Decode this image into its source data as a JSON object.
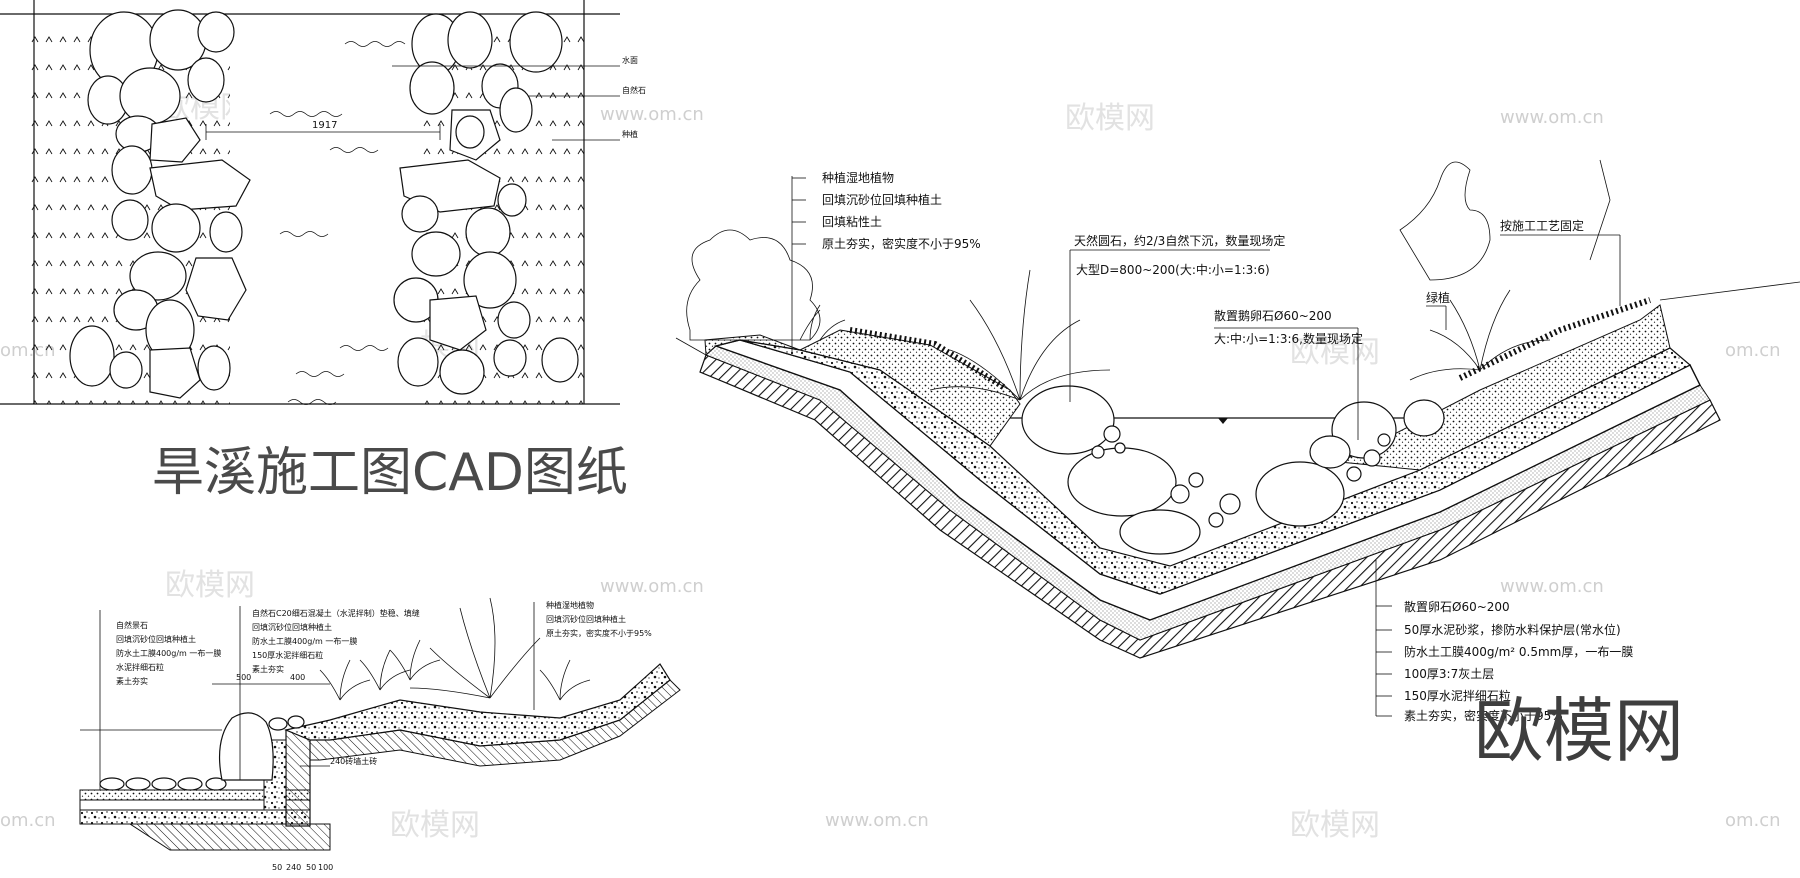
{
  "title": "旱溪施工图CAD图纸",
  "brand": "欧模网",
  "watermarks": {
    "cn": "欧模网",
    "url": "www.om.cn",
    "url_short": "om.cn"
  },
  "plan_view": {
    "dimension": "1917",
    "labels": [
      "水面",
      "自然石",
      "种植"
    ]
  },
  "main_section": {
    "top_left_labels": [
      "种植湿地植物",
      "回填沉砂位回填种植土",
      "回填粘性土",
      "原土夯实，密实度不小于95%"
    ],
    "stone_note_1": "天然圆石，约2/3自然下沉，数量现场定",
    "stone_note_2": "大型D=800~200(大:中:小=1:3:6)",
    "cobble_note_1": "散置鹅卵石Ø60~200",
    "cobble_note_2": "大:中:小=1:3:6,数量现场定",
    "right_note": "按施工工艺固定",
    "plant_label": "绿植",
    "bottom_labels": [
      "散置卵石Ø60~200",
      "50厚水泥砂浆，掺防水料保护层(常水位)",
      "防水土工膜400g/m² 0.5mm厚，一布一膜",
      "100厚3:7灰土层",
      "150厚水泥拌细石粒",
      "素土夯实，密实度不小于95%"
    ]
  },
  "small_section": {
    "left_labels": [
      "自然景石",
      "回填沉砂位回填种植土",
      "防水土工膜400g/m  一布一膜",
      "水泥拌细石粒",
      "素土夯实"
    ],
    "mid_labels": [
      "自然石C20细石混凝土（水泥拌制）垫稳、填缝",
      "回填沉砂位回填种植土",
      "防水土工膜400g/m  一布一膜",
      "150厚水泥拌细石粒",
      "素土夯实"
    ],
    "right_labels": [
      "种植湿地植物",
      "回填沉砂位回填种植土",
      "原土夯实，密实度不小于95%"
    ],
    "dims": [
      "500",
      "400"
    ],
    "wall_label": "240砖墙土砖",
    "bottom_dims": [
      "50",
      "240",
      "50",
      "100"
    ]
  }
}
